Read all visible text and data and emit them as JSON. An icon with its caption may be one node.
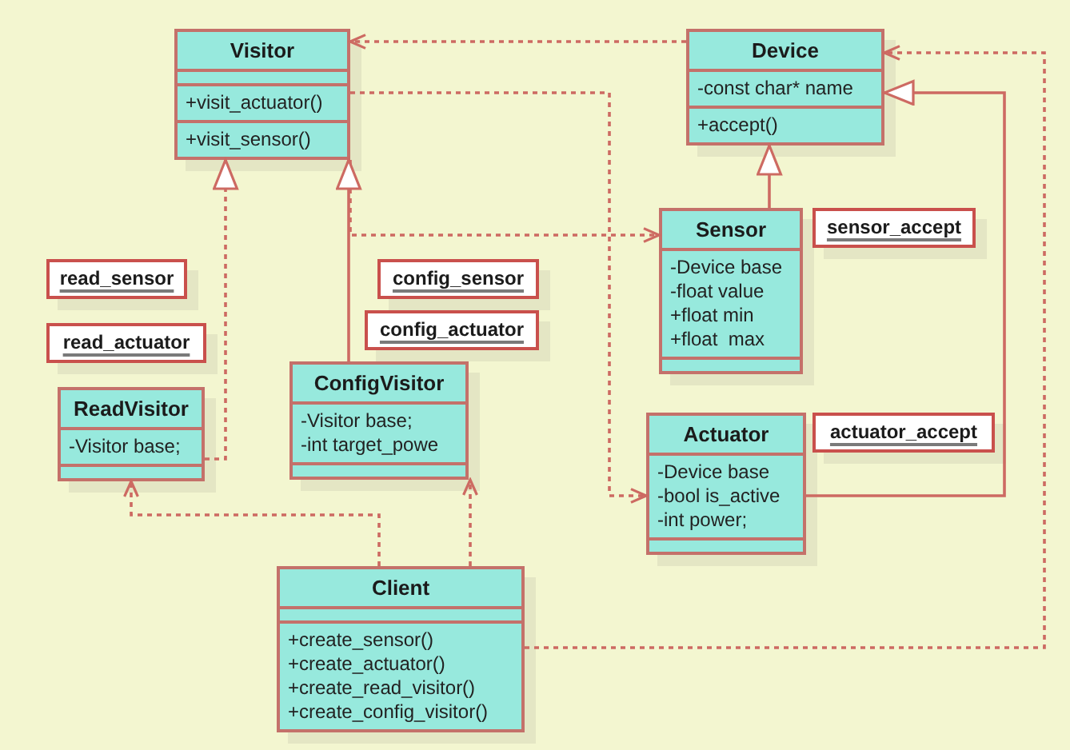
{
  "diagram": {
    "nodes": [
      {
        "text": [
          "Visitor",
          "+visit_actuator()",
          "+visit_sensor()"
        ]
      },
      {
        "text": [
          "Device",
          "-const char* name",
          "+accept()"
        ]
      },
      {
        "text": [
          "Sensor",
          "-Device base",
          "-float value",
          "+float min",
          "+float  max"
        ]
      },
      {
        "text": [
          "sensor_accept"
        ]
      },
      {
        "text": [
          "read_sensor"
        ]
      },
      {
        "text": [
          "read_actuator"
        ]
      },
      {
        "text": [
          "config_sensor"
        ]
      },
      {
        "text": [
          "config_actuator"
        ]
      },
      {
        "text": [
          "ReadVisitor",
          "-Visitor base;"
        ]
      },
      {
        "text": [
          "ConfigVisitor",
          "-Visitor base;",
          "-int target_powe"
        ]
      },
      {
        "text": [
          "Actuator",
          "-Device base",
          "-bool is_active",
          "-int power;"
        ]
      },
      {
        "text": [
          "actuator_accept"
        ]
      },
      {
        "text": [
          "Client",
          "+create_sensor()",
          "+create_actuator()",
          "+create_read_visitor()",
          "+create_config_visitor()"
        ]
      }
    ],
    "edges": [
      {
        "from": 1,
        "to": 0,
        "arrow": "to",
        "style": "dashed"
      },
      {
        "from": 0,
        "to": 10,
        "arrow": "to",
        "style": "dashed"
      },
      {
        "from": 0,
        "to": 2,
        "arrow": "to",
        "style": "dashed"
      },
      {
        "from": 2,
        "to": 1,
        "arrow": "to"
      },
      {
        "from": 10,
        "to": 1,
        "arrow": "to"
      },
      {
        "from": 8,
        "to": 0,
        "arrow": "to",
        "style": "dashed"
      },
      {
        "from": 9,
        "to": 0,
        "arrow": "to"
      },
      {
        "from": 12,
        "to": 8,
        "arrow": "to",
        "style": "dashed"
      },
      {
        "from": 12,
        "to": 9,
        "arrow": "to",
        "style": "dashed"
      },
      {
        "from": 12,
        "to": 1,
        "arrow": "to",
        "style": "dashed"
      }
    ]
  }
}
